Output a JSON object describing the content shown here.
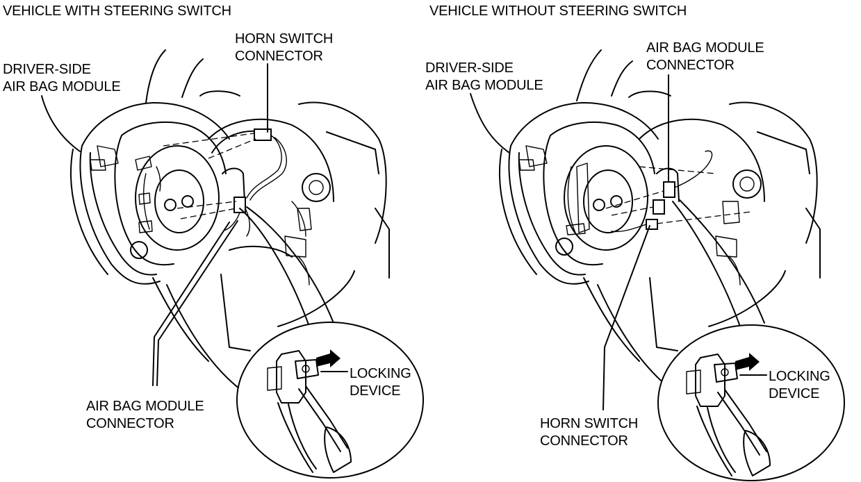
{
  "panels": [
    {
      "heading": "VEHICLE WITH STEERING SWITCH",
      "labels": {
        "module_line1": "DRIVER-SIDE",
        "module_line2": "AIR BAG MODULE",
        "horn_line1": "HORN SWITCH",
        "horn_line2": "CONNECTOR",
        "airbag_line1": "AIR BAG MODULE",
        "airbag_line2": "CONNECTOR",
        "lock_line1": "LOCKING",
        "lock_line2": "DEVICE"
      }
    },
    {
      "heading": "VEHICLE WITHOUT STEERING SWITCH",
      "labels": {
        "module_line1": "DRIVER-SIDE",
        "module_line2": "AIR BAG MODULE",
        "airbag_line1": "AIR BAG MODULE",
        "airbag_line2": "CONNECTOR",
        "horn_line1": "HORN SWITCH",
        "horn_line2": "CONNECTOR",
        "lock_line1": "LOCKING",
        "lock_line2": "DEVICE"
      }
    }
  ]
}
